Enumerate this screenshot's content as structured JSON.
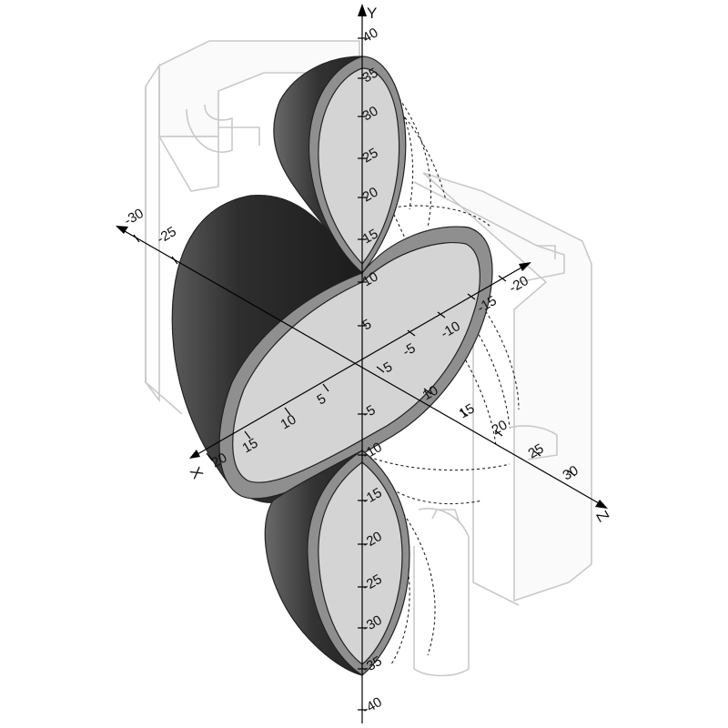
{
  "axes": {
    "x": {
      "name": "X",
      "ticks": [
        "-30",
        "-25",
        "5",
        "10",
        "15",
        "20"
      ]
    },
    "y": {
      "name": "Y",
      "ticks": [
        "40",
        "35",
        "30",
        "25",
        "20",
        "15",
        "10",
        "5",
        "-5",
        "-10",
        "-15",
        "-20",
        "-25",
        "-30",
        "-35",
        "-40"
      ]
    },
    "z": {
      "name": "Z",
      "ticks": [
        "-20",
        "-15",
        "-10",
        "-5",
        "5",
        "10",
        "15",
        "20",
        "25",
        "30"
      ]
    }
  },
  "colors": {
    "surface_dark": "#3a3a3a",
    "section_fill": "#d4d4d4",
    "ghost_outline": "#c9c9c9"
  }
}
